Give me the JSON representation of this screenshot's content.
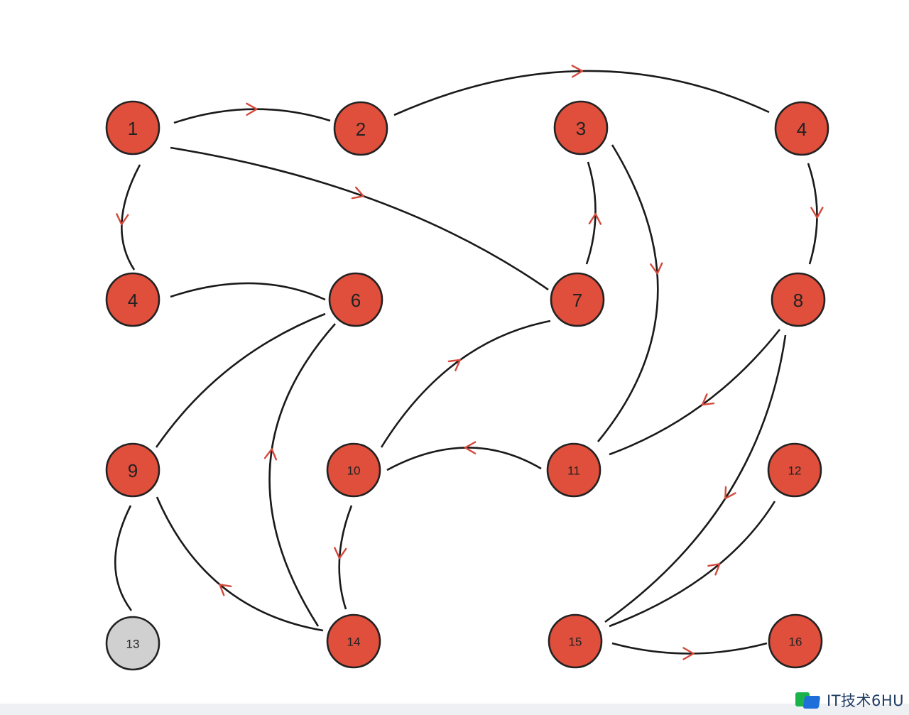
{
  "diagram": {
    "nodes": [
      {
        "id": "n1",
        "label": "1",
        "color": "#e04e3c"
      },
      {
        "id": "n2",
        "label": "2",
        "color": "#e04e3c"
      },
      {
        "id": "n3",
        "label": "3",
        "color": "#e04e3c"
      },
      {
        "id": "n4a",
        "label": "4",
        "color": "#e04e3c"
      },
      {
        "id": "n4b",
        "label": "4",
        "color": "#e04e3c"
      },
      {
        "id": "n6",
        "label": "6",
        "color": "#e04e3c"
      },
      {
        "id": "n7",
        "label": "7",
        "color": "#e04e3c"
      },
      {
        "id": "n8",
        "label": "8",
        "color": "#e04e3c"
      },
      {
        "id": "n9",
        "label": "9",
        "color": "#e04e3c"
      },
      {
        "id": "n10",
        "label": "10",
        "color": "#e04e3c"
      },
      {
        "id": "n11",
        "label": "11",
        "color": "#e04e3c"
      },
      {
        "id": "n12",
        "label": "12",
        "color": "#e04e3c"
      },
      {
        "id": "n13",
        "label": "13",
        "color": "#d0d0d0"
      },
      {
        "id": "n14",
        "label": "14",
        "color": "#e04e3c"
      },
      {
        "id": "n15",
        "label": "15",
        "color": "#e04e3c"
      },
      {
        "id": "n16",
        "label": "16",
        "color": "#e04e3c"
      }
    ],
    "edges": [
      {
        "from": "n1",
        "to": "n2",
        "directed": true
      },
      {
        "from": "n2",
        "to": "n4a",
        "directed": true
      },
      {
        "from": "n1",
        "to": "n7",
        "directed": true
      },
      {
        "from": "n1",
        "to": "n4b",
        "directed": true
      },
      {
        "from": "n7",
        "to": "n3",
        "directed": true
      },
      {
        "from": "n3",
        "to": "n11",
        "directed": true
      },
      {
        "from": "n4a",
        "to": "n8",
        "directed": true
      },
      {
        "from": "n4b",
        "to": "n6",
        "directed": false
      },
      {
        "from": "n6",
        "to": "n9",
        "directed": false
      },
      {
        "from": "n14",
        "to": "n6",
        "directed": true
      },
      {
        "from": "n10",
        "to": "n7",
        "directed": true
      },
      {
        "from": "n8",
        "to": "n11",
        "directed": true
      },
      {
        "from": "n11",
        "to": "n10",
        "directed": true
      },
      {
        "from": "n8",
        "to": "n15",
        "directed": true
      },
      {
        "from": "n9",
        "to": "n13",
        "directed": false
      },
      {
        "from": "n14",
        "to": "n9",
        "directed": true
      },
      {
        "from": "n10",
        "to": "n14",
        "directed": true
      },
      {
        "from": "n15",
        "to": "n12",
        "directed": true
      },
      {
        "from": "n15",
        "to": "n16",
        "directed": true
      }
    ],
    "edge_color": "#1a1a1a",
    "arrow_color": "#d4483a"
  },
  "watermark": {
    "text": "IT技术6HU"
  }
}
